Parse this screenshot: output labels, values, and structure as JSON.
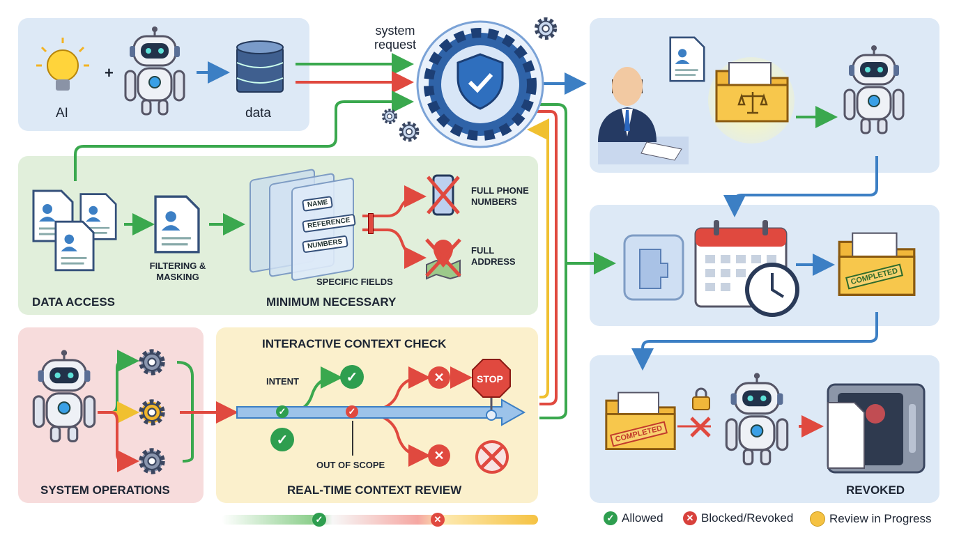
{
  "top_left": {
    "ai_label": "AI",
    "plus": "+",
    "data_label": "data"
  },
  "center": {
    "request_label": "system request"
  },
  "data_access": {
    "title": "DATA ACCESS",
    "filter_label": "FILTERING & MASKING",
    "fields": [
      "NAME",
      "REFERENCE",
      "NUMBERS"
    ],
    "fields_caption": "SPECIFIC FIELDS",
    "section_title": "MINIMUM NECESSARY",
    "blocked": [
      "FULL PHONE NUMBERS",
      "FULL ADDRESS"
    ]
  },
  "system_ops": {
    "title": "SYSTEM OPERATIONS"
  },
  "context": {
    "title": "INTERACTIVE CONTEXT CHECK",
    "intent": "INTENT",
    "out_of_scope": "OUT OF SCOPE",
    "stop": "STOP",
    "footer": "REAL-TIME CONTEXT REVIEW"
  },
  "right": {
    "completed_1": "COMPLETED",
    "completed_2": "COMPLETED",
    "revoked": "REVOKED"
  },
  "legend": [
    {
      "label": "Allowed",
      "color": "#2e9e4f"
    },
    {
      "label": "Blocked/Revoked",
      "color": "#d8413c"
    },
    {
      "label": "Review in Progress",
      "color": "#f5c242"
    }
  ],
  "colors": {
    "green": "#3aa84e",
    "red": "#e0493f",
    "yellow": "#f0c030",
    "blue": "#3c7fc4"
  }
}
